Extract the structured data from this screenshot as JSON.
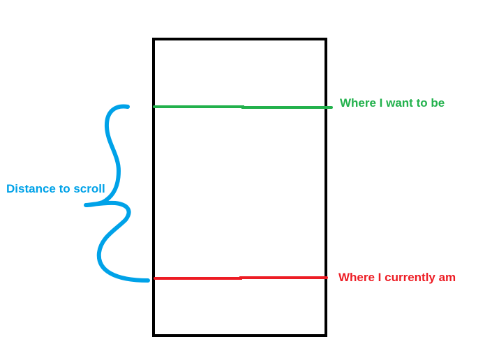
{
  "labels": {
    "target": "Where I want to be",
    "current": "Where I currently am",
    "distance": "Distance to scroll"
  },
  "colors": {
    "frame": "#000000",
    "target_line": "#22b14c",
    "current_line": "#ed1c24",
    "brace": "#00a2e8",
    "background": "#ffffff"
  }
}
